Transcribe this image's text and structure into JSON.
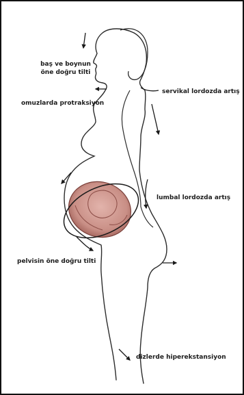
{
  "labels": {
    "head_neck_line1": "baş ve boynun",
    "head_neck_line2": "öne doğru tilti",
    "shoulders": "omuzlarda protraksiyon",
    "cervical": "servikal lordozda artış",
    "lumbar": "lumbal lordozda artış",
    "pelvis": "pelvisin öne doğru tilti",
    "knees": "dizlerde hiperekstansiyon"
  },
  "colors": {
    "outline": "#2b2b2b",
    "arrow": "#1a1a1a",
    "fetus_fill": "#c98f86",
    "fetus_dark": "#8a4b45",
    "frame": "#111111"
  }
}
